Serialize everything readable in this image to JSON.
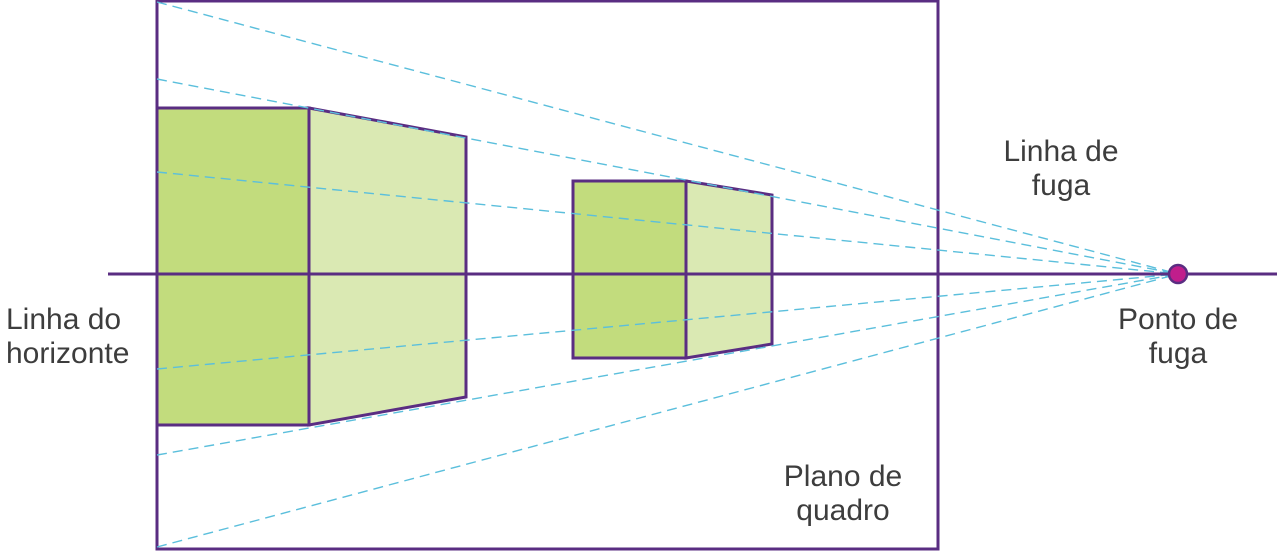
{
  "labels": {
    "horizon_line": [
      "Linha do",
      "horizonte"
    ],
    "vanishing_line": [
      "Linha de",
      "fuga"
    ],
    "vanishing_point": [
      "Ponto de",
      "fuga"
    ],
    "picture_plane": [
      "Plano de",
      "quadro"
    ]
  },
  "colors": {
    "outline": "#5a2d82",
    "front_face": "#c2dc7d",
    "side_face": "#dae9b3",
    "guide_line": "#5bbfdc",
    "vanishing_point": "#c01e8c",
    "text": "#3d3d3d"
  }
}
